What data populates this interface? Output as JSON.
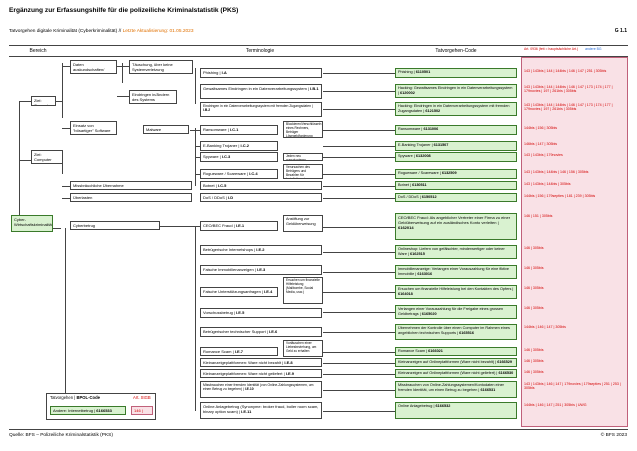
{
  "title": "Ergänzung zur Erfassungshilfe für die polizeiliche Kriminalstatistik (PKS)",
  "subtitle_prefix": "Tatvorgehen digitale Kriminalität (Cyberkriminalität) // ",
  "subtitle_update": "Letzte Aktualisierung: 01.05.2023",
  "page_id": "G 1.1",
  "columns": {
    "bereich": "Bereich",
    "terminologie": "Terminologie",
    "tatvorgehen": "Tatvorgehen-Code",
    "art_legend_a": "Art. 0936 (fett = hauptsächliche Art.)",
    "art_legend_b": "andere BG"
  },
  "bereich": {
    "root": "Cyber-Wirtschaftskriminalität",
    "ziel_computer": "Ziel: Computer",
    "ziel_computer_server": "Ziel: Computer (Server/Netzwerk)",
    "missbrauch": "Missbräuchliche Übernahme",
    "ueberlasten": "Überlasten",
    "cyberbetrug": "Cyberbetrug",
    "daten": "Daten auskundschaften/ verändern",
    "einsatz": "Einsatz von \"bösartiger\" Software",
    "malware": "Malware"
  },
  "sub": {
    "taeuschung": "Täuschung, über keine Systemverletzung",
    "eindringen": "Eindringen in/Ändern des Systems"
  },
  "term": [
    {
      "label": "Phishing",
      "code": "I.A"
    },
    {
      "label": "Gewaltsames Eindringen in ein Datenverarbeitungssystem",
      "code": "I.B.1"
    },
    {
      "label": "Eindringen in ein Datenverarbeitungssystem mit fremden Zugangsdaten",
      "code": "I.B.2"
    },
    {
      "label": "Ransomware",
      "code": "I.C.1"
    },
    {
      "label": "E-Banking Trojaner",
      "code": "I.C.2"
    },
    {
      "label": "Spyware",
      "code": "I.C.3"
    },
    {
      "label": "Rogueware / Scareware",
      "code": "I.C.4"
    },
    {
      "label": "Botnet",
      "code": "I.C.5"
    },
    {
      "label": "DoS / DDoS",
      "code": "I.D"
    },
    {
      "label": "CEO/BEC Fraud",
      "code": "I.E.1"
    },
    {
      "label": "Betrügerische Internetshops",
      "code": "I.E.2"
    },
    {
      "label": "Falsche Immobilienanzeigen",
      "code": "I.E.3"
    },
    {
      "label": "Falsche Unterstützungsanfragen",
      "code": "I.E.4"
    },
    {
      "label": "Vorschussbetrug",
      "code": "I.E.5"
    },
    {
      "label": "Betrügerischer technischer Support",
      "code": "I.E.6"
    },
    {
      "label": "Romance Scam",
      "code": "I.E.7"
    },
    {
      "label": "Kleinanzeigeplattformen: Ware nicht bezahlt",
      "code": "I.E.8"
    },
    {
      "label": "Kleinanzeigeplattformen: Ware nicht geliefert",
      "code": "I.E.9"
    },
    {
      "label": "Missbrauchen einer fremden Identität (von Online-Zahlungssystemen, um einen Betrug zu begehen)",
      "code": "I.E.10"
    },
    {
      "label": "Online Anlagebetrug (Synonyme: broker fraud, boiler room scam, binary option scam)",
      "code": "I.E.11"
    }
  ],
  "notes": {
    "ransom": "Blockieren/Verschlüsseln eines Rechners, Betrüger Lösegeldforderung",
    "spyware": "Jeden neu ausspionieren",
    "rogue": "Verursachen des Betrügers und Bezahlen für Installation eines Programms",
    "ceo": "Anstiftung zur Geldüberweisung",
    "unterst": "Ersuchen um finanzielle Hilfeleistung (Mailbombe, Social Media, usw.)",
    "romance": "Vortäuschen einer Liebesbeziehung, um Geld zu erhalten"
  },
  "codes": [
    {
      "text": "Phishing",
      "code": "6110501"
    },
    {
      "text": "Hacking: Gewaltsames Eindringen in ein Datenverarbeitungssystem",
      "code": "6120002"
    },
    {
      "text": "Hacking: Eindringen in ein Datenverarbeitungssystem mit fremden Zugangsdaten",
      "code": "6121502"
    },
    {
      "text": "Ransomware",
      "code": "6131006"
    },
    {
      "text": "E-Banking Trojaner",
      "code": "6131507"
    },
    {
      "text": "Spyware",
      "code": "6132008"
    },
    {
      "text": "Rogueware / Scareware",
      "code": "6132509"
    },
    {
      "text": "Botnet",
      "code": "6130511"
    },
    {
      "text": "DoS / DDoS",
      "code": "6150512"
    },
    {
      "text": "CEO/BEC Fraud: Als angeblicher Vertreter einer Firma zu einer Geldüberweisung auf ein ausländisches Konto verleiten",
      "code": "6162014"
    },
    {
      "text": "Onlineshop: Liefern von gefälschter, minderwertiger oder keiner Ware",
      "code": "6162515"
    },
    {
      "text": "Immobilienanzeige: Verlangen einer Vorauszahlung für eine fiktive Immobilie",
      "code": "6163016"
    },
    {
      "text": "Ersuchen um finanzielle Hilfeleistung bei den Kontakten des Opfers",
      "code": "6164018"
    },
    {
      "text": "Verlangen einer Vorauszahlung für die Freigabe eines grossen Geldbetrags",
      "code": "6165020"
    },
    {
      "text": "Übernehmen der Kontrolle über einen Computer im Rahmen eines angeblichen technischen Supports",
      "code": "6165516"
    },
    {
      "text": "Romance Scam",
      "code": "6166021"
    },
    {
      "text": "Kleinanzeigen auf Onlineplattformen (Ware nicht bezahlt)",
      "code": "6166529"
    },
    {
      "text": "Kleinanzeigen auf Onlineplattformen (Ware nicht geliefert)",
      "code": "6166530"
    },
    {
      "text": "Missbrauchen von Online-Zahlungssystemen/Kontodaten einer fremden Identität, um einen Betrug zu begehen",
      "code": "6166531"
    },
    {
      "text": "Online Anlagebetrug",
      "code": "6166532"
    }
  ],
  "counts": [
    "143 | 143bis | 144 | 144bis | 146 | 147 | 251 | 305bis",
    "143 | 143bis | 144 | 144bis | 146 | 147 | 173 | 174 | 177 | 179novies | 197 | 261bis | 305bis",
    "143 | 143bis | 144 | 144bis | 146 | 147 | 173 | 174 | 177 | 179novies | 197 | 261bis | 305bis",
    "144bis | 156 | 305bis",
    "146bis | 147 | 305bis",
    "143 | 143bis | 179novies",
    "143 | 143bis | 144bis | 146 | 156 | 305bis",
    "143 | 143bis | 144bis | 305bis",
    "144bis | 156 | 179septies | 181 | 239 | 305bis",
    "146 | 151 | 305bis",
    "146 | 305bis",
    "146 | 305bis",
    "146 | 305bis",
    "146 | 305bis",
    "144bis | 146 | 147 | 305bis",
    "146 | 305bis",
    "146 | 305bis",
    "146 | 305bis",
    "143 | 143bis | 146 | 147 | 179novies | 179septies | 251 | 253 | 305bis",
    "144bis | 146 | 147 | 251 | 305bis | UWG"
  ],
  "legend": {
    "title": "Tatvorgehen",
    "bpol": "BPOL-Code",
    "art": "Art. StGB",
    "row_label": "Andere: Internetbetrug",
    "row_code": "6166533",
    "row_art": "146 | 147"
  },
  "footer": {
    "source": "Quelle: BFS – Polizeiliche Kriminalstatistik (PKS)",
    "copyright": "© BFS 2023"
  },
  "colors": {
    "green_fill": "#d9f2d0",
    "green_border": "#3a7a2a",
    "red": "#d40000",
    "pink_fill": "#f9e1e6",
    "pink_border": "#c0607a"
  }
}
